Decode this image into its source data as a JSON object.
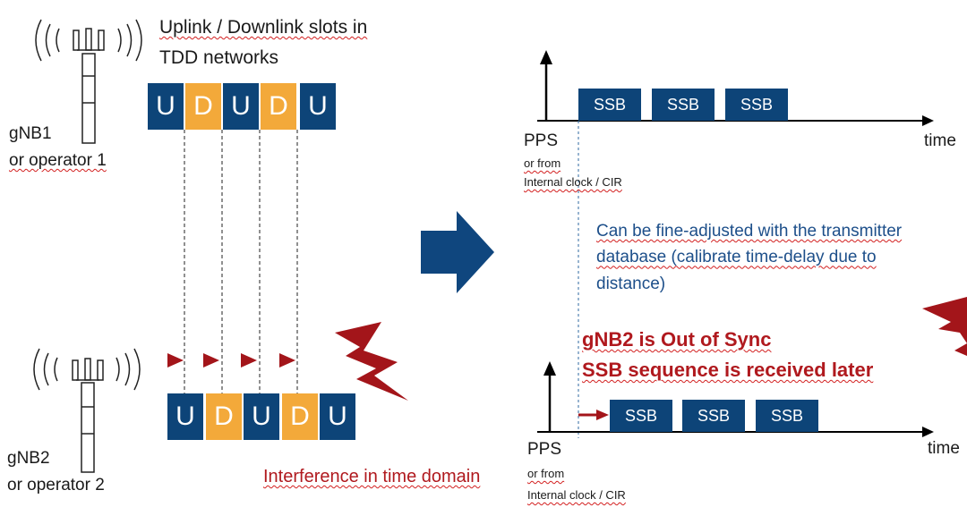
{
  "left": {
    "header_line1": "Uplink / Downlink slots in",
    "header_line2": "TDD networks",
    "gnb1_line1": "gNB1",
    "gnb1_line2": "or operator 1",
    "gnb2_line1": "gNB2",
    "gnb2_line2": "or operator 2",
    "slots_top": [
      "U",
      "D",
      "U",
      "D",
      "U"
    ],
    "slots_bottom": [
      "U",
      "D",
      "U",
      "D",
      "U"
    ],
    "interference_label": "Interference in time domain"
  },
  "right": {
    "top_timeline": {
      "ssb_labels": [
        "SSB",
        "SSB",
        "SSB"
      ],
      "pps_label": "PPS",
      "or_from": "or from",
      "clock_label": "Internal clock / CIR",
      "time_label": "time"
    },
    "note_line1": "Can be fine-adjusted with the transmitter",
    "note_line2": "database (calibrate time-delay due to",
    "note_line3": "distance)",
    "status_line1": "gNB2 is Out of Sync",
    "status_line2": "SSB sequence is received later",
    "bottom_timeline": {
      "ssb_labels": [
        "SSB",
        "SSB",
        "SSB"
      ],
      "pps_label": "PPS",
      "or_from": "or from",
      "clock_label": "Internal clock / CIR",
      "time_label": "time"
    }
  },
  "colors": {
    "slot_uplink": "#0d4478",
    "slot_downlink": "#f3a93a",
    "arrow_blue": "#0f467e",
    "interference_red": "#a3151a",
    "note_blue": "#1d4f8a"
  },
  "icons": [
    "antenna-tower-icon",
    "radio-wave-icon",
    "lightning-bolt-icon",
    "right-arrow-icon"
  ]
}
